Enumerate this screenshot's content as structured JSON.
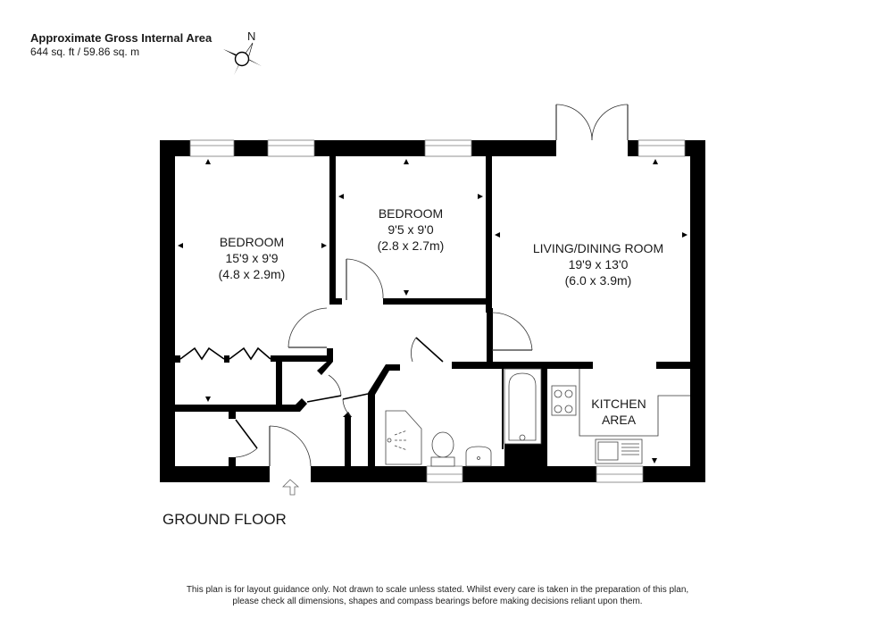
{
  "header": {
    "title": "Approximate Gross Internal Area",
    "area": "644 sq. ft / 59.86 sq. m"
  },
  "compass": {
    "label": "N"
  },
  "rooms": [
    {
      "name": "BEDROOM",
      "imperial": "15'9 x 9'9",
      "metric": "(4.8 x 2.9m)"
    },
    {
      "name": "BEDROOM",
      "imperial": "9'5 x 9'0",
      "metric": "(2.8 x 2.7m)"
    },
    {
      "name": "LIVING/DINING ROOM",
      "imperial": "19'9 x 13'0",
      "metric": "(6.0 x 3.9m)"
    },
    {
      "name": "KITCHEN",
      "imperial": "AREA",
      "metric": ""
    }
  ],
  "floor": {
    "label": "GROUND FLOOR"
  },
  "disclaimer": {
    "line1": "This plan is for layout guidance only.  Not drawn to scale unless stated. Whilst every care is taken in the preparation of this plan,",
    "line2": "please check all dimensions, shapes and compass bearings before making decisions reliant upon them."
  },
  "colors": {
    "wall": "#000000",
    "background": "#ffffff",
    "line": "#555555"
  }
}
